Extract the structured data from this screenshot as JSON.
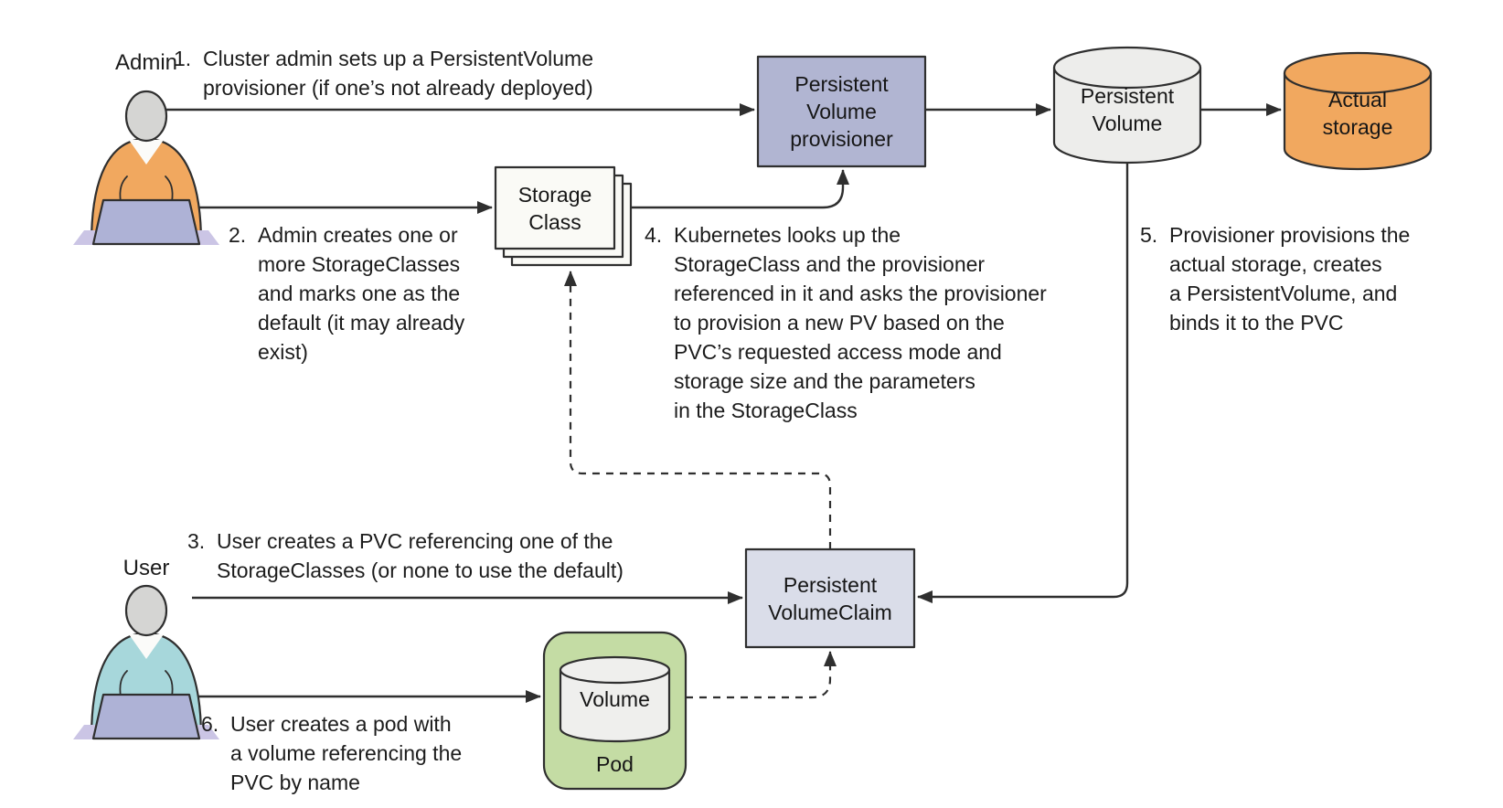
{
  "actors": {
    "admin": {
      "label": "Admin"
    },
    "user": {
      "label": "User"
    }
  },
  "nodes": {
    "provisioner": {
      "lines": [
        "Persistent",
        "Volume",
        "provisioner"
      ],
      "fill": "#b1b5d2"
    },
    "persistent_volume": {
      "lines": [
        "Persistent",
        "Volume"
      ],
      "fill": "#ededeb"
    },
    "actual_storage": {
      "lines": [
        "Actual",
        "storage"
      ],
      "fill": "#f1a85f"
    },
    "storage_class": {
      "lines": [
        "Storage",
        "Class"
      ],
      "fill": "#fafaf6"
    },
    "pvc": {
      "lines": [
        "Persistent",
        "VolumeClaim"
      ],
      "fill": "#dadde9"
    },
    "pod": {
      "label": "Pod",
      "fill": "#c4dca4"
    },
    "volume": {
      "label": "Volume",
      "fill": "#efefed"
    }
  },
  "steps": [
    {
      "num": "1.",
      "lines": [
        "Cluster admin sets up a PersistentVolume",
        "provisioner (if one’s not already deployed)"
      ]
    },
    {
      "num": "2.",
      "lines": [
        "Admin creates one or",
        "more StorageClasses",
        "and marks one as the",
        "default (it may already",
        "exist)"
      ]
    },
    {
      "num": "3.",
      "lines": [
        "User creates a PVC referencing one of the",
        "StorageClasses (or none to use the default)"
      ]
    },
    {
      "num": "4.",
      "lines": [
        "Kubernetes looks up the",
        "StorageClass and the provisioner",
        "referenced in it and asks the provisioner",
        "to provision a new PV based on the",
        "PVC’s requested access mode and",
        "storage size and the parameters",
        "in the StorageClass"
      ]
    },
    {
      "num": "5.",
      "lines": [
        "Provisioner provisions the",
        "actual storage, creates",
        "a PersistentVolume, and",
        "binds it to the PVC"
      ]
    },
    {
      "num": "6.",
      "lines": [
        "User creates a pod with",
        "a volume referencing the",
        "PVC by name"
      ]
    }
  ],
  "colors": {
    "background": "#ffffff",
    "line": "#2f2f2f",
    "admin_sweater": "#f1a85f",
    "user_sweater": "#a7d7db",
    "laptop": "#aeb2d6",
    "laptop_base": "#cbc5e5",
    "head": "#d5d5d3",
    "provisioner_box": "#b1b5d2",
    "pvc_box": "#dadde9",
    "pv_cylinder": "#ededeb",
    "actual_storage_cylinder": "#f1a85f",
    "pod_box": "#c4dca4",
    "volume_cylinder": "#efefed",
    "storage_class_box": "#fafaf6"
  }
}
